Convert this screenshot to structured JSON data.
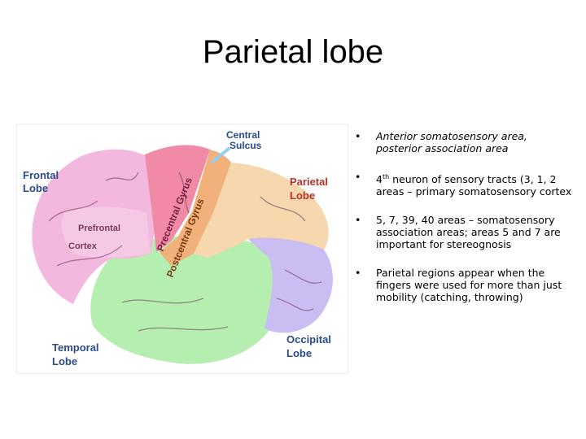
{
  "slide": {
    "title": "Parietal lobe"
  },
  "diagram": {
    "labels": {
      "central_sulcus_line1": "Central",
      "central_sulcus_line2": "Sulcus",
      "frontal_line1": "Frontal",
      "frontal_line2": "Lobe",
      "parietal_line1": "Parietal",
      "parietal_line2": "Lobe",
      "prefrontal": "Prefrontal",
      "cortex": "Cortex",
      "precentral_gyrus": "Precentral Gyrus",
      "postcentral_gyrus": "Postcentral Gyrus",
      "temporal_line1": "Temporal",
      "temporal_line2": "Lobe",
      "occipital_line1": "Occipital",
      "occipital_line2": "Lobe"
    },
    "colors": {
      "frontal": "#f3b8dd",
      "prefrontal": "#f5c8e4",
      "precentral": "#f08aa6",
      "postcentral": "#f2b07a",
      "parietal": "#f6d7ae",
      "temporal": "#b4efb0",
      "occipital": "#c9bdf2",
      "label_blue": "#2a4a8a",
      "label_red": "#b5342c",
      "arrow": "#8fd0f0"
    }
  },
  "bullets": [
    {
      "bullet": "•",
      "text": "Anterior somatosensory area, posterior association area"
    },
    {
      "bullet": "•",
      "text_before": "4",
      "sup": "th",
      "text_after": " neuron of sensory tracts (3, 1, 2 areas – primary somatosensory cortex"
    },
    {
      "bullet": "•",
      "text": "5, 7, 39, 40 areas – somatosensory association areas; areas 5 and 7 are important for stereognosis"
    },
    {
      "bullet": "•",
      "text": "Parietal regions appear when the fingers were used for more than just mobility (catching, throwing)"
    }
  ]
}
